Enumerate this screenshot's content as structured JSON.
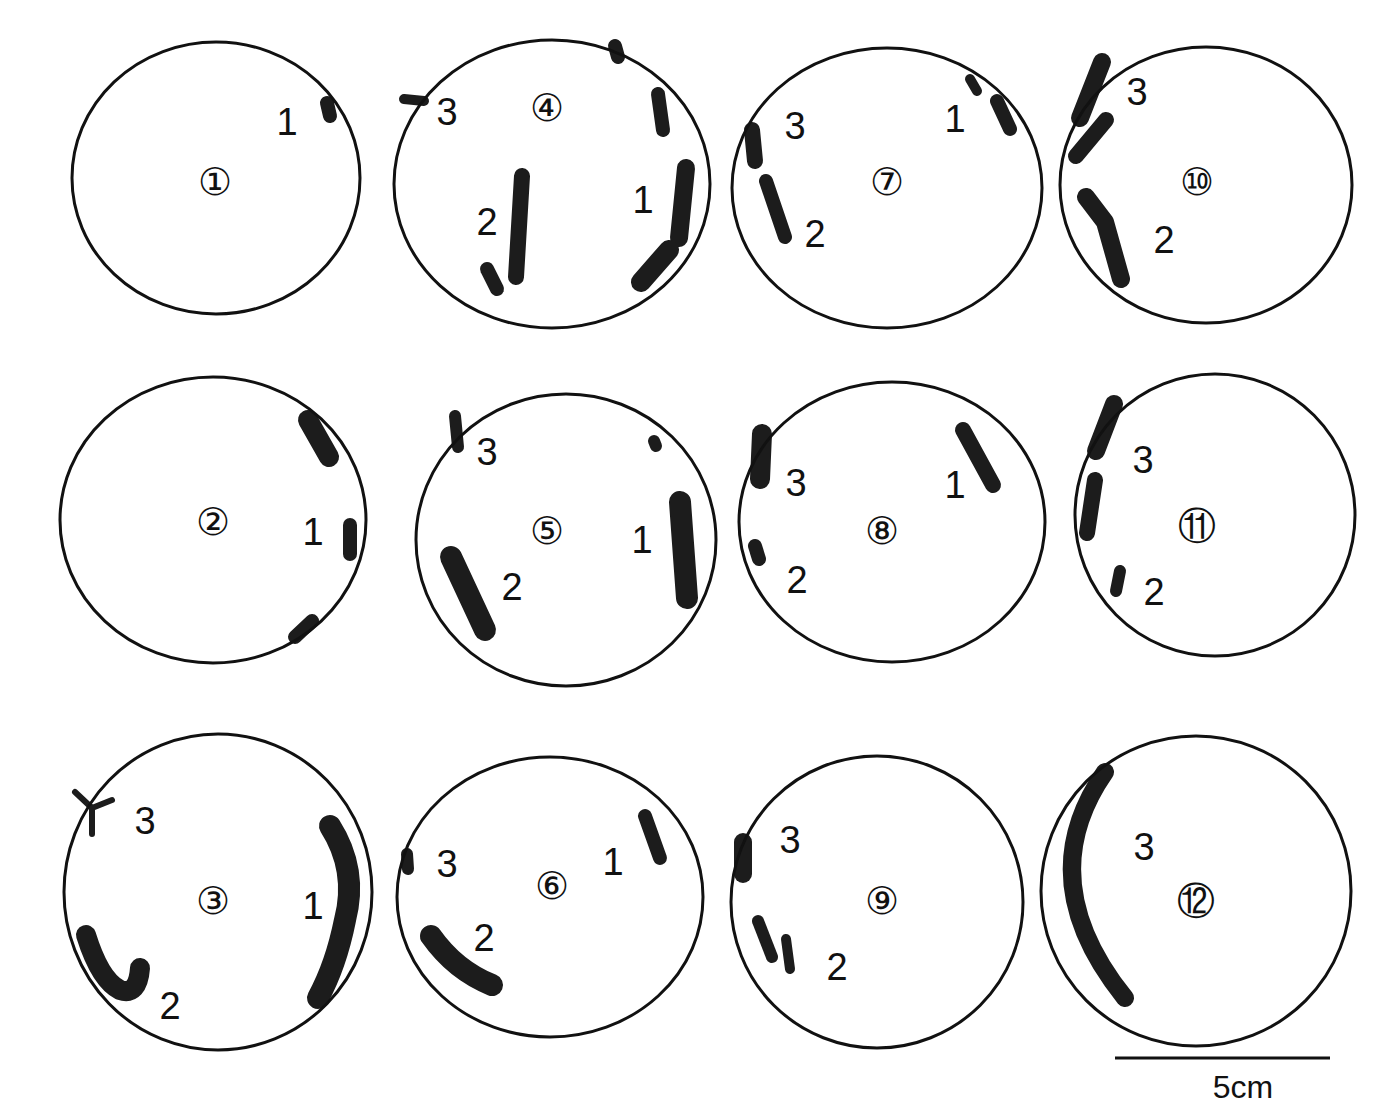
{
  "diagram": {
    "nodes": [
      {
        "text": [
          "①",
          "1"
        ]
      },
      {
        "text": [
          "②",
          "1"
        ]
      },
      {
        "text": [
          "③",
          "1",
          "2",
          "3"
        ]
      },
      {
        "text": [
          "④",
          "1",
          "2",
          "3"
        ]
      },
      {
        "text": [
          "⑤",
          "1",
          "2",
          "3"
        ]
      },
      {
        "text": [
          "⑥",
          "1",
          "2",
          "3"
        ]
      },
      {
        "text": [
          "⑦",
          "1",
          "2",
          "3"
        ]
      },
      {
        "text": [
          "⑧",
          "1",
          "2",
          "3"
        ]
      },
      {
        "text": [
          "⑨",
          "2",
          "3"
        ]
      },
      {
        "text": [
          "⑩",
          "2",
          "3"
        ]
      },
      {
        "text": [
          "⑪",
          "2",
          "3"
        ]
      },
      {
        "text": [
          "⑫",
          "3"
        ]
      }
    ],
    "labels": [
      "5cm"
    ]
  }
}
